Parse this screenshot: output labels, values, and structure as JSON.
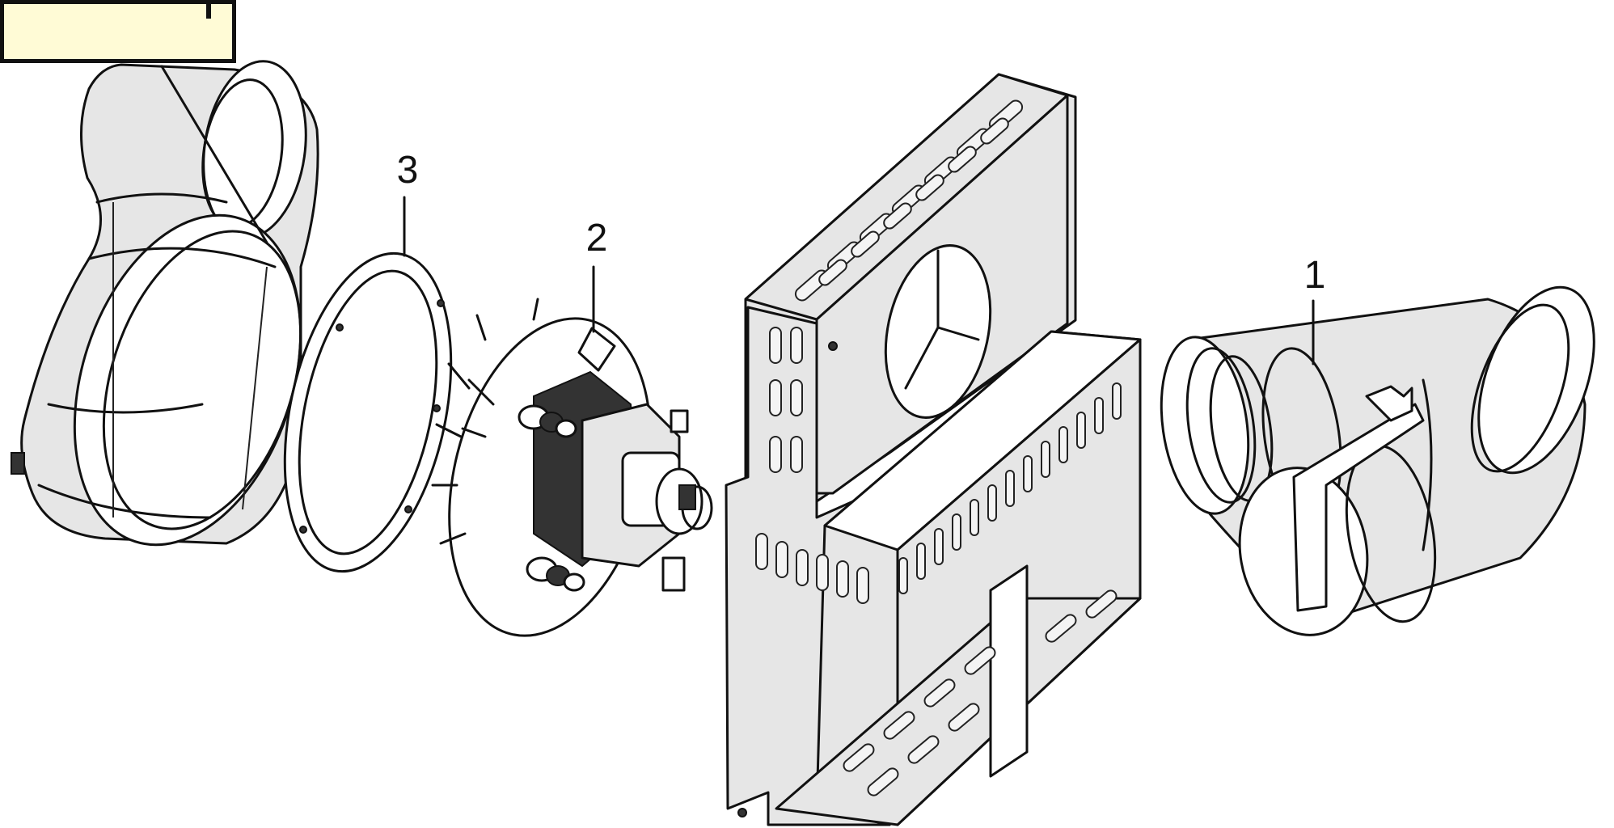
{
  "callouts": [
    {
      "id": "1",
      "label": "1"
    },
    {
      "id": "2",
      "label": "2"
    },
    {
      "id": "3",
      "label": "3"
    }
  ],
  "colors": {
    "outline": "#111111",
    "part_fill": "#e6e6e6",
    "label_tab_fill": "#fffbd6",
    "background": "#ffffff"
  },
  "parts": [
    {
      "name": "fan-housing-cover"
    },
    {
      "name": "gasket-ring",
      "callout": "3"
    },
    {
      "name": "blower-motor-assembly",
      "callout": "2"
    },
    {
      "name": "mounting-bracket-box"
    },
    {
      "name": "air-damper-tube",
      "callout": "1"
    }
  ]
}
